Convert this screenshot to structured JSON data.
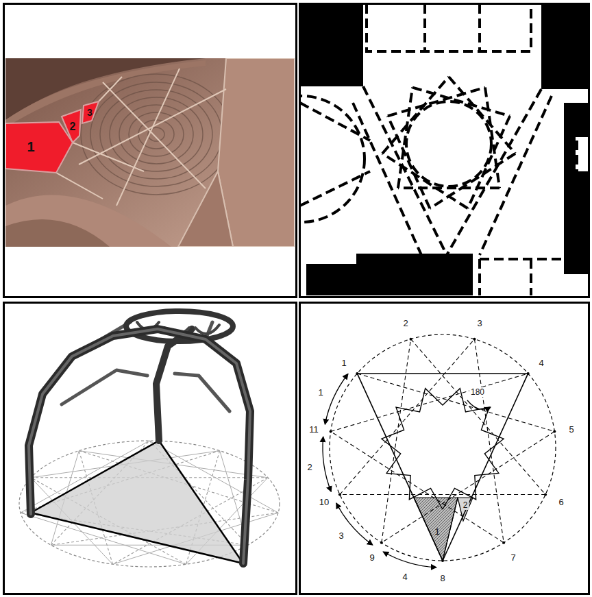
{
  "diagram": {
    "labels": [
      "1",
      "2",
      "3",
      "1",
      "2",
      "3",
      "4",
      "5",
      "6",
      "7",
      "8",
      "9",
      "10",
      "11",
      "180",
      "1",
      "2",
      "3",
      "4",
      "1",
      "2"
    ]
  }
}
